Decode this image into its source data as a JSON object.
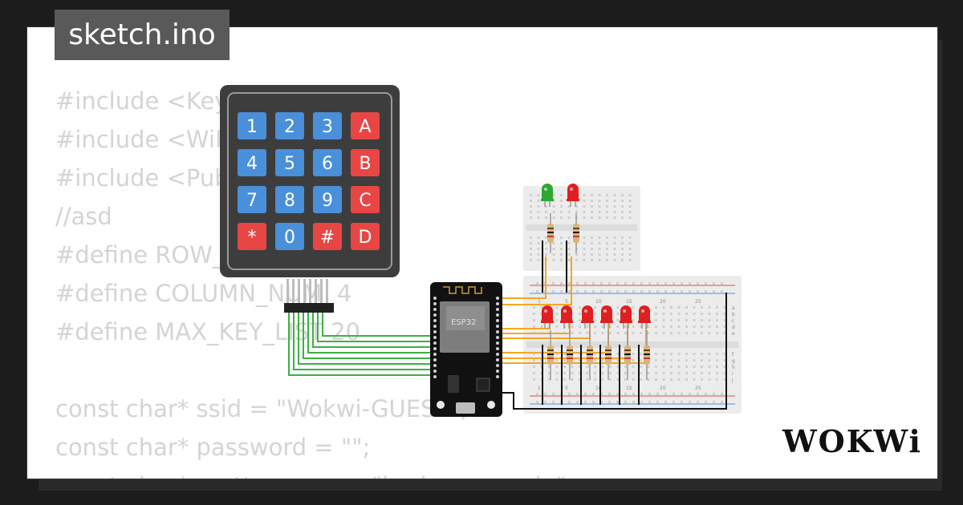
{
  "title": "sketch.ino",
  "code_lines": [
    "#include <Keypad.h>",
    "#include <WiFi.h>",
    "#include <PubSubClient.h>",
    "//asd",
    "#define ROW_NUM     4",
    "#define COLUMN_NUM  4",
    "#define MAX_KEY_LIST 20",
    "",
    "const char* ssid = \"Wokwi-GUEST\";",
    "const char* password = \"\";",
    "const char* mqtt_server = \"broker.emqx.io\";"
  ],
  "keypad": {
    "keys": [
      [
        "1",
        "2",
        "3",
        "A"
      ],
      [
        "4",
        "5",
        "6",
        "B"
      ],
      [
        "7",
        "8",
        "9",
        "C"
      ],
      [
        "*",
        "0",
        "#",
        "D"
      ]
    ]
  },
  "esp32_label": "ESP32",
  "breadboard_numbers": [
    "1",
    "5",
    "10",
    "15",
    "20",
    "25"
  ],
  "breadboard_letters_top": [
    "a",
    "b",
    "c",
    "d",
    "e"
  ],
  "breadboard_letters_bottom": [
    "f",
    "g",
    "h",
    "i",
    "j"
  ],
  "brand": "WOKWi",
  "colors": {
    "key_blue": "#4a8fd9",
    "key_red": "#e84545",
    "keypad_body": "#3d3d3d",
    "wire_green": "#3cb043",
    "wire_orange": "#f5a623",
    "led_red": "#e02020",
    "led_green": "#2fa82f"
  }
}
